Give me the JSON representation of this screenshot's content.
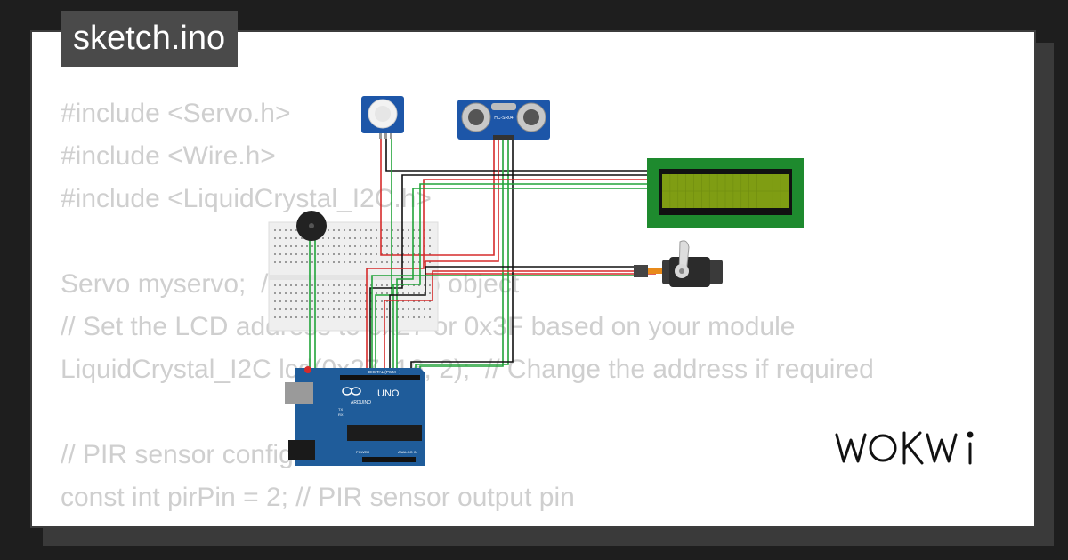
{
  "file": {
    "title": "sketch.ino"
  },
  "code_lines": [
    "#include <Servo.h>",
    "#include <Wire.h>",
    "#include <LiquidCrystal_I2C.h>",
    "",
    "Servo myservo;  // Create Servo object",
    "// Set the LCD address to 0x27 or 0x3F based on your module",
    "LiquidCrystal_I2C lcd(0x27, 16, 2);  // Change the address if required",
    "",
    "// PIR sensor config",
    "const int pirPin = 2; // PIR sensor output pin"
  ],
  "brand": {
    "logo_text": "WOKWi"
  },
  "board": {
    "name": "UNO",
    "maker": "ARDUINO",
    "digital_label": "DIGITAL (PWM ~)",
    "power_label": "POWER",
    "analog_label": "ANALOG IN",
    "tx_label": "TX",
    "rx_label": "RX"
  },
  "ultrasonic": {
    "label": "HC-SR04"
  },
  "components": [
    "pir-sensor-icon",
    "ultrasonic-sensor-icon",
    "lcd-display-icon",
    "servo-motor-icon",
    "buzzer-icon",
    "breadboard-icon",
    "arduino-uno-icon"
  ],
  "colors": {
    "background": "#1e1e1e",
    "card": "#ffffff",
    "title_tab": "#4a4a4a",
    "code_text": "#cfcfcf",
    "wire_red": "#d62b2b",
    "wire_green": "#22a43a",
    "wire_black": "#111111",
    "lcd_frame": "#1e8a2e",
    "lcd_screen": "#7f9d13",
    "board_blue": "#1f5c9a"
  }
}
